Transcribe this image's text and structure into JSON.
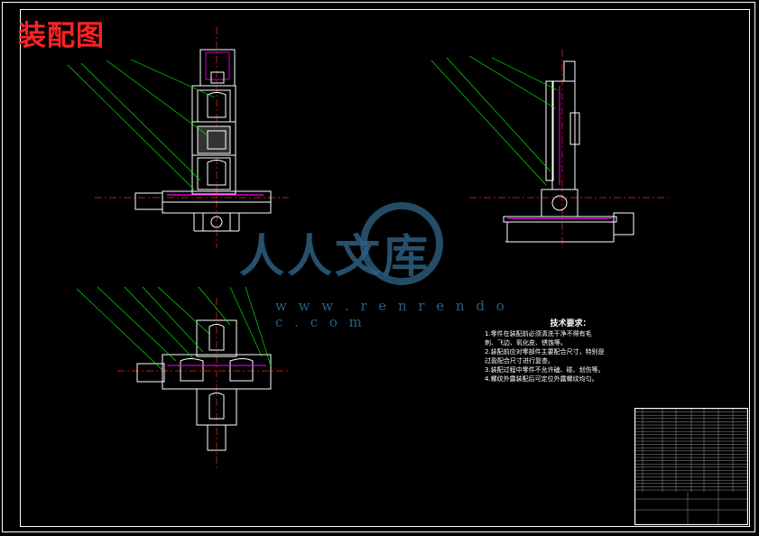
{
  "title": "装配图",
  "watermark": {
    "text": "人人文库",
    "url": "w w w . r e n r e n d o c . c o m"
  },
  "tech_requirements": {
    "heading": "技术要求：",
    "items": [
      "1.零件在装配前必须清洗干净不得有毛",
      "刺、飞边、氧化皮、锈蚀等。",
      "2.装配前应对零部件主要配合尺寸，特别是",
      "过盈配合尺寸进行复查。",
      "3.装配过程中零件不允许磕、碰、划伤等。",
      "4.螺纹外露装配后可定位外露螺纹均匀。"
    ]
  },
  "colors": {
    "background": "#000000",
    "title": "#ff2222",
    "leader_lines": "#00ff00",
    "parts": "#ffffff",
    "centerlines": "#ff0000",
    "highlight": "#ff00ff",
    "watermark": "#2d5f7f"
  }
}
